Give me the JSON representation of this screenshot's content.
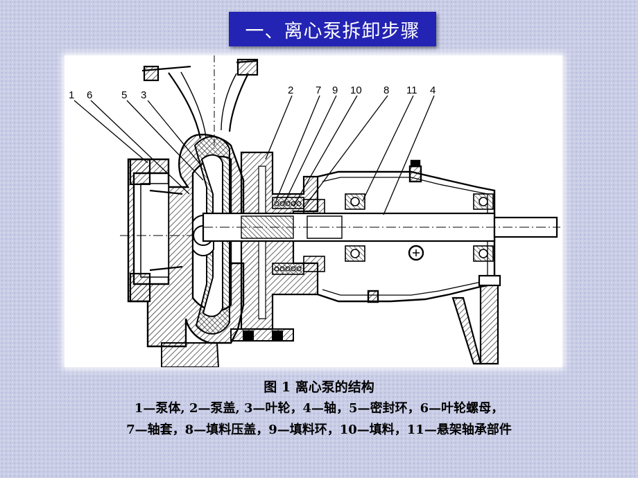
{
  "slide": {
    "title": "一、离心泵拆卸步骤"
  },
  "figure": {
    "part_numbers": [
      "1",
      "6",
      "5",
      "3",
      "2",
      "7",
      "9",
      "10",
      "8",
      "11",
      "4"
    ],
    "caption_title": "图 1  离心泵的结构",
    "legend_line1": "1—泵体, 2—泵盖, 3—叶轮，4—轴，5—密封环，6—叶轮螺母，",
    "legend_line2": "7—轴套，8—填料压盖，9—填料环，10—填料，11—悬架轴承部件"
  }
}
